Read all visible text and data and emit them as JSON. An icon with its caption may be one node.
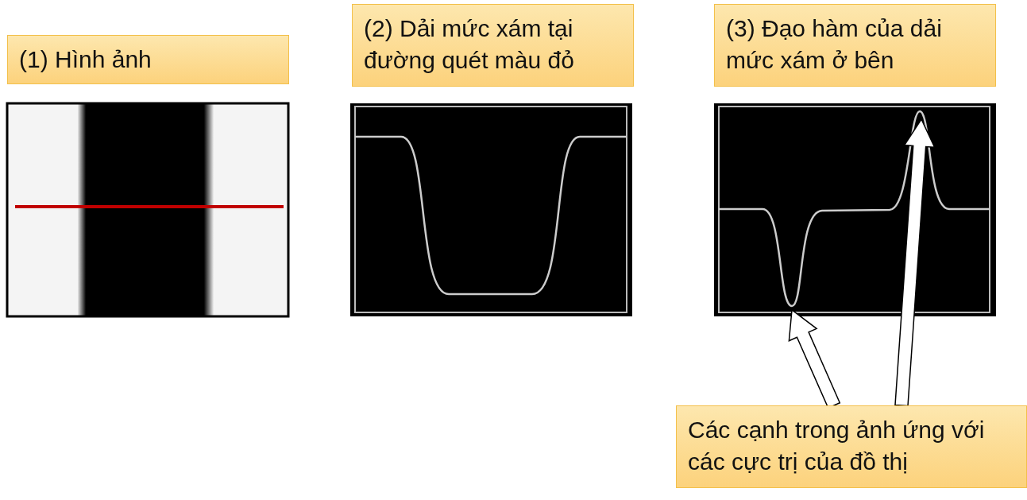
{
  "diagram": {
    "nodes": [
      {
        "text": [
          "(1) Hình ảnh"
        ]
      },
      {
        "text": [
          "(2) Dải mức xám tại đường quét màu đỏ"
        ]
      },
      {
        "text": [
          "(3) Đạo hàm của dải mức xám ở bên"
        ]
      },
      {
        "text": [
          "Các cạnh trong ảnh ứng với các cực trị của đồ thị"
        ]
      }
    ],
    "edges": [
      {
        "from": 3,
        "to": null,
        "arrow": "to"
      },
      {
        "from": 3,
        "to": null,
        "arrow": "to"
      }
    ]
  }
}
